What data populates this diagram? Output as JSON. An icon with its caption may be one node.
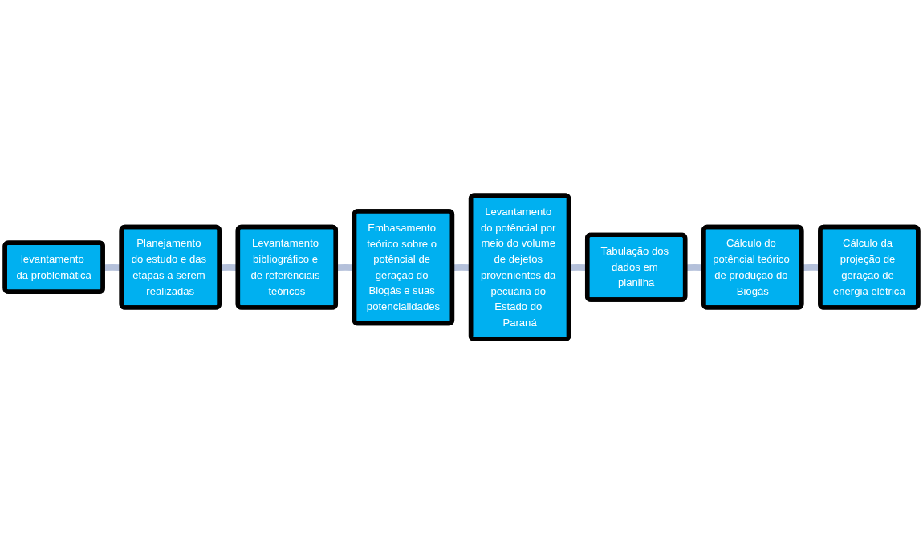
{
  "diagram": {
    "nodes": [
      {
        "text": [
          "levantamento da problemática"
        ]
      },
      {
        "text": [
          "Planejamento do estudo e das etapas a serem realizadas"
        ]
      },
      {
        "text": [
          "Levantamento bibliográfico e de referênciais teóricos"
        ]
      },
      {
        "text": [
          "Embasamento teórico sobre o potêncial de geração do Biogás e suas potencialidades"
        ]
      },
      {
        "text": [
          "Levantamento do potêncial por meio do volume de dejetos provenientes da pecuária do Estado do Paraná"
        ]
      },
      {
        "text": [
          "Tabulação dos dados em planilha"
        ]
      },
      {
        "text": [
          "Cálculo do potêncial teórico de produção do Biogás"
        ]
      },
      {
        "text": [
          "Cálculo da projeção de geração de energia elétrica"
        ]
      }
    ],
    "edges": [
      {
        "from": 0,
        "to": 1,
        "arrow": "none"
      },
      {
        "from": 1,
        "to": 2,
        "arrow": "none"
      },
      {
        "from": 2,
        "to": 3,
        "arrow": "none"
      },
      {
        "from": 3,
        "to": 4,
        "arrow": "none"
      },
      {
        "from": 4,
        "to": 5,
        "arrow": "none"
      },
      {
        "from": 5,
        "to": 6,
        "arrow": "none"
      },
      {
        "from": 6,
        "to": 7,
        "arrow": "none"
      }
    ]
  }
}
